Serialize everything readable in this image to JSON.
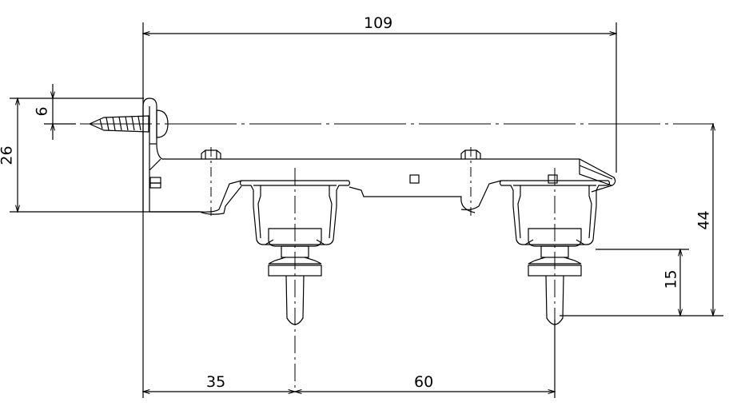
{
  "dimensions": {
    "overall_width": "109",
    "bracket_height": "26",
    "screw_offset": "6",
    "total_height": "44",
    "hook_height": "15",
    "wall_to_first_rail": "35",
    "rail_spacing": "60"
  },
  "colors": {
    "line": "#000000",
    "background": "#ffffff"
  }
}
